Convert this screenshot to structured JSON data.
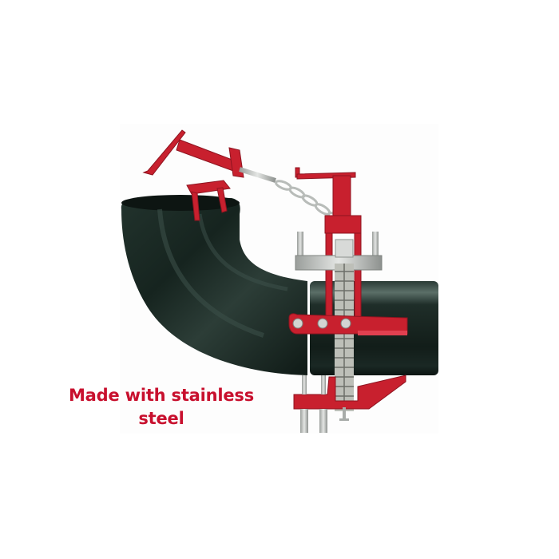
{
  "product_photo": {
    "subject": "pipe fitting clamp with chain mounted on black steel elbow and straight pipe",
    "colors": {
      "pipe": "#16241f",
      "pipe_highlight": "#4a5f58",
      "clamp": "#c8202e",
      "clamp_dark": "#8e1420",
      "steel": "#c9ccc9",
      "steel_dark": "#8d918e",
      "background": "#ffffff"
    }
  },
  "caption": {
    "line1": "Made with stainless",
    "line2": "steel",
    "color": "#c8102e"
  }
}
